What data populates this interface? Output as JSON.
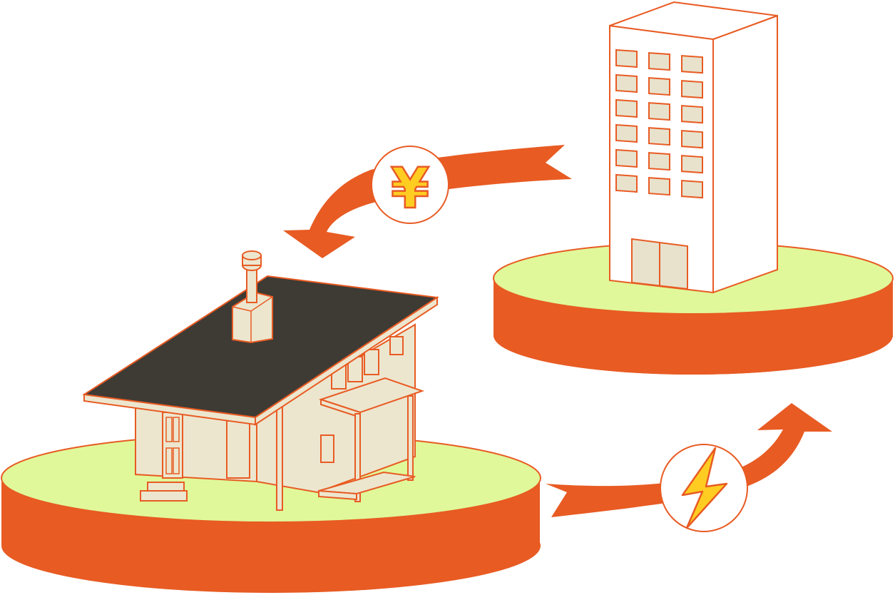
{
  "diagram": {
    "colors": {
      "accent": "#E85B23",
      "platform_top": "#E0F89A",
      "wall": "#EDE6CF",
      "roof": "#3E3A34",
      "window": "#E8E2CC",
      "badge_fill": "#FFFFFF",
      "yen_fill": "#FFCC22",
      "bolt_fill": "#FFCC22",
      "background": "#FFFFFF"
    },
    "nodes": [
      {
        "id": "house",
        "icon": "house-icon"
      },
      {
        "id": "building",
        "icon": "office-building-icon"
      }
    ],
    "flows": [
      {
        "from": "building",
        "to": "house",
        "symbol": "¥",
        "icon": "yen-icon"
      },
      {
        "from": "house",
        "to": "building",
        "icon": "lightning-bolt-icon"
      }
    ]
  }
}
